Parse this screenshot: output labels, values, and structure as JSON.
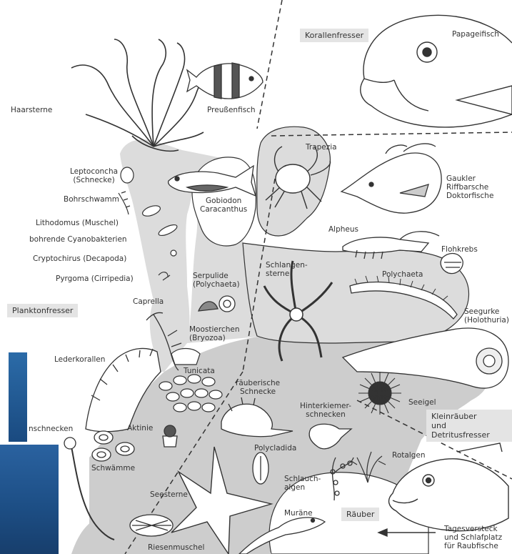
{
  "colors": {
    "background": "#ffffff",
    "reef_light": "#dcdcdc",
    "reef_mid": "#cdcdcd",
    "ink": "#333333",
    "tag_fill": "#e4e4e4",
    "photo_water": "#1d4f86"
  },
  "zones": {
    "korallenfresser": "Korallenfresser",
    "planktonfresser": "Planktonfresser",
    "kleinraeuber": "Kleinräuber\nund Detritusfresser",
    "raeuber": "Räuber"
  },
  "labels": {
    "papageifisch": "Papageifisch",
    "haarsterne": "Haarsterne",
    "preussenfisch": "Preußenfisch",
    "leptoconcha": "Leptoconcha\n(Schnecke)",
    "bohrschwamm": "Bohrschwamm",
    "lithodomus": "Lithodomus (Muschel)",
    "cyanobakterien": "bohrende Cyanobakterien",
    "cryptochirus": "Cryptochirus (Decapoda)",
    "pyrgoma": "Pyrgoma (Cirripedia)",
    "gobiodon": "Gobiodon\nCaracanthus",
    "trapezia": "Trapezia",
    "gaukler": "Gaukler\nRiffbarsche\nDoktorfische",
    "alpheus": "Alpheus",
    "flohkrebs": "Flohkrebs",
    "schlangensterne": "Schlangen-\nsterne",
    "polychaeta": "Polychaeta",
    "serpulide": "Serpulide\n(Polychaeta)",
    "caprella": "Caprella",
    "seegurke": "Seegurke\n(Holothuria)",
    "moostierchen": "Moostierchen\n(Bryozoa)",
    "lederkorallen": "Lederkorallen",
    "tunicata": "Tunicata",
    "raeuberische_schnecke": "räuberische\nSchnecke",
    "hinterkiemerschnecken": "Hinterkiemer-\nschnecken",
    "seeigel": "Seeigel",
    "nschnecken": "nschnecken",
    "aktinie": "Aktinie",
    "polycladida": "Polycladida",
    "rotalgen": "Rotalgen",
    "schwaemme": "Schwämme",
    "schlauchalgen": "Schlauch-\nalgen",
    "seesterne": "Seesterne",
    "muraene": "Muräne",
    "tagesversteck": "Tagesversteck\nund Schlafplatz\nfür Raubfische",
    "riesenmuschel": "Riesenmuschel"
  }
}
